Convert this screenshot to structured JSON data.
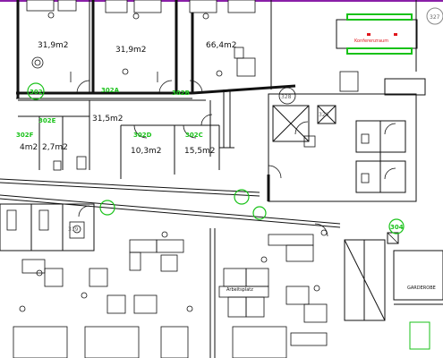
{
  "plan": {
    "areas": {
      "r1": "31,9m2",
      "r2": "31,9m2",
      "r3": "66,4m2",
      "r4": "31,5m2",
      "r5": "10,3m2",
      "r6": "15,5m2",
      "r7": "4m2",
      "r8": "2,7m2"
    },
    "tags": {
      "t302": "302",
      "t302A": "302A",
      "t302B": "302B",
      "t302D": "302D",
      "t302C": "302C",
      "t302E": "302E",
      "t302F": "302F",
      "t319": "319",
      "t328": "328",
      "t320": "320",
      "t327": "327",
      "t304": "304"
    },
    "labels": {
      "garderobe": "GARDEROBE",
      "red_label": "Konferenzraum",
      "desk_label": "Arbeitsplatz"
    }
  },
  "colors": {
    "tag_green": "#19c219",
    "wall": "#111111",
    "accent_red": "#e0161c",
    "accent_purple": "#8a1fa8"
  }
}
